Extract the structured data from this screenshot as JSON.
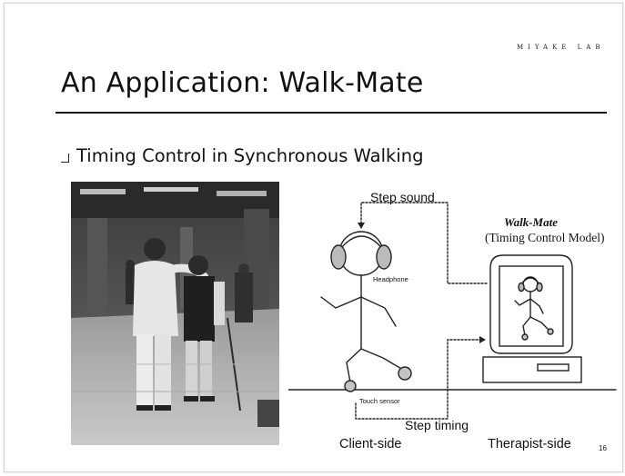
{
  "slide": {
    "lab_tag": "MIYAKE LAB",
    "title": "An Application: Walk-Mate",
    "bullet": "Timing Control in Synchronous Walking",
    "page_number": "16"
  },
  "photo": {
    "description_icon": "walking-photo"
  },
  "diagram": {
    "step_sound": "Step sound",
    "walk_mate": "Walk-Mate",
    "timing_control_model": "(Timing Control Model)",
    "headphone": "Headphone",
    "touch_sensor": "Touch sensor",
    "step_timing": "Step timing",
    "client_side": "Client-side",
    "therapist_side": "Therapist-side"
  }
}
